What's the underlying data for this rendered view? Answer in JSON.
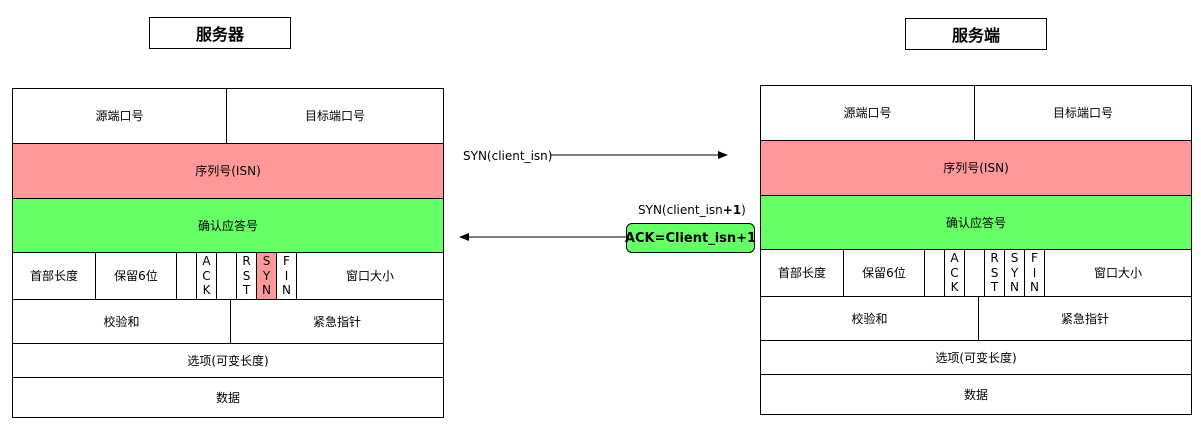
{
  "left": {
    "title": "服务器",
    "src_port": "源端口号",
    "dst_port": "目标端口号",
    "seq": "序列号(ISN)",
    "ack_num": "确认应答号",
    "header_len": "首部长度",
    "reserved": "保留6位",
    "flag_ack": [
      "A",
      "C",
      "K"
    ],
    "flag_rst": [
      "R",
      "S",
      "T"
    ],
    "flag_syn": [
      "S",
      "Y",
      "N"
    ],
    "flag_fin": [
      "F",
      "I",
      "N"
    ],
    "window": "窗口大小",
    "checksum": "校验和",
    "urgent": "紧急指针",
    "options": "选项(可变长度)",
    "data": "数据"
  },
  "right": {
    "title": "服务端",
    "src_port": "源端口号",
    "dst_port": "目标端口号",
    "seq": "序列号(ISN)",
    "ack_num": "确认应答号",
    "header_len": "首部长度",
    "reserved": "保留6位",
    "flag_ack": [
      "A",
      "C",
      "K"
    ],
    "flag_rst": [
      "R",
      "S",
      "T"
    ],
    "flag_syn": [
      "S",
      "Y",
      "N"
    ],
    "flag_fin": [
      "F",
      "I",
      "N"
    ],
    "window": "窗口大小",
    "checksum": "校验和",
    "urgent": "紧急指针",
    "options": "选项(可变长度)",
    "data": "数据"
  },
  "messages": {
    "syn_label": "SYN(client_isn)",
    "synack_label_prefix": "SYN(client_isn",
    "synack_label_bold": "+1",
    "synack_label_suffix": ")",
    "ack_box": "ACK=Client_isn+1"
  },
  "colors": {
    "seq_fill": "#ff9999",
    "ack_fill": "#66ff66",
    "syn_flag_fill": "#ff9999"
  }
}
